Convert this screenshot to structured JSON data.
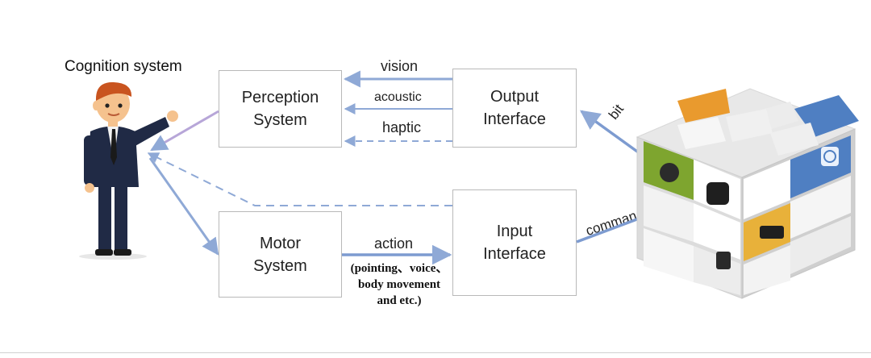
{
  "title": "Cognition system",
  "boxes": {
    "perception": [
      "Perception",
      "System"
    ],
    "output": [
      "Output",
      "Interface"
    ],
    "motor": [
      "Motor",
      "System"
    ],
    "input": [
      "Input",
      "Interface"
    ]
  },
  "labels": {
    "vision": "vision",
    "acoustic": "acoustic",
    "haptic": "haptic",
    "action": "action",
    "action_detail": [
      "(pointing、voice、",
      "body movement",
      "and etc.)"
    ],
    "bit": "bit",
    "command": "command"
  },
  "colors": {
    "arrow_blue": "#8fa9d6",
    "arrow_blue_strong": "#7d9bd0",
    "person_suit": "#202a45",
    "hair": "#c9541f",
    "skin": "#f5c28e"
  }
}
